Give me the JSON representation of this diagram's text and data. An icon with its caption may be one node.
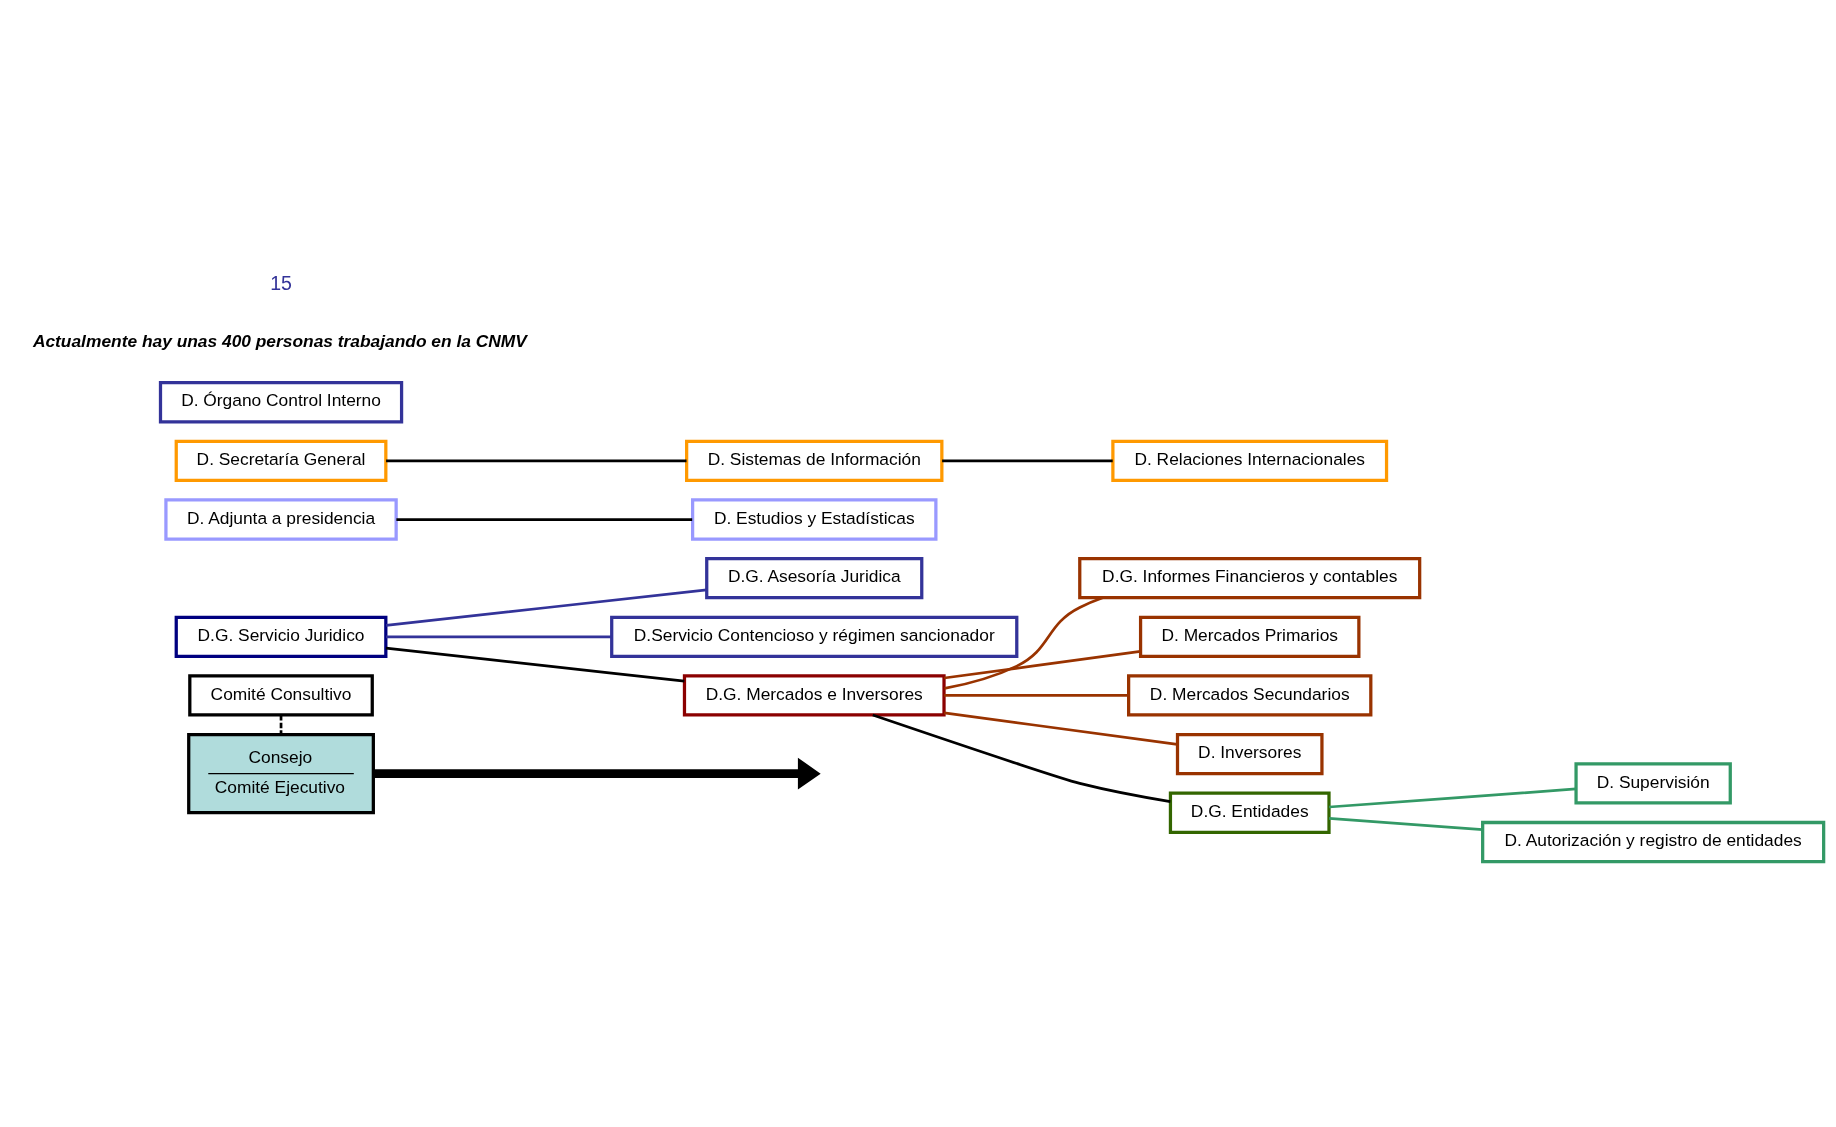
{
  "diagram": {
    "nodes": [
      {
        "text": [
          "Comité Consultivo"
        ]
      },
      {
        "text": [
          "Consejo",
          "Comité Ejecutivo"
        ]
      },
      {
        "text": [
          "D.G. Servicio Juridico"
        ]
      },
      {
        "text": [
          "D.G. Asesoría Juridica"
        ]
      },
      {
        "text": [
          "D.Servicio Contencioso y régimen sancionador"
        ]
      },
      {
        "text": [
          "D.G. Mercados e Inversores"
        ]
      },
      {
        "text": [
          "D.G. Informes Financieros y contables"
        ]
      },
      {
        "text": [
          "D. Mercados Primarios"
        ]
      },
      {
        "text": [
          "D. Mercados Secundarios"
        ]
      },
      {
        "text": [
          "D. Inversores"
        ]
      },
      {
        "text": [
          "D.G. Entidades"
        ]
      },
      {
        "text": [
          "D. Supervisión"
        ]
      },
      {
        "text": [
          "D. Autorización y registro de entidades"
        ]
      },
      {
        "text": [
          "D. Adjunta a presidencia"
        ]
      },
      {
        "text": [
          "D. Estudios y Estadísticas"
        ]
      },
      {
        "text": [
          "D. Secretaría General"
        ]
      },
      {
        "text": [
          "D. Sistemas de Información"
        ]
      },
      {
        "text": [
          "D. Relaciones Internacionales"
        ]
      },
      {
        "text": [
          "D. Órgano Control Interno"
        ]
      }
    ],
    "edges": [
      {
        "from": 0,
        "to": 1,
        "arrow": "none",
        "style": "dashed"
      },
      {
        "from": 1,
        "to": null,
        "arrow": "to",
        "style": "thick"
      },
      {
        "from": 2,
        "to": 5,
        "arrow": "none"
      },
      {
        "from": 5,
        "to": 10,
        "arrow": "none"
      },
      {
        "from": 2,
        "to": 3,
        "arrow": "none",
        "color": "#333399"
      },
      {
        "from": 2,
        "to": 4,
        "arrow": "none",
        "color": "#333399"
      },
      {
        "from": 5,
        "to": 6,
        "arrow": "none",
        "color": "#993300"
      },
      {
        "from": 5,
        "to": 7,
        "arrow": "none",
        "color": "#993300"
      },
      {
        "from": 5,
        "to": 8,
        "arrow": "none",
        "color": "#993300"
      },
      {
        "from": 5,
        "to": 9,
        "arrow": "none",
        "color": "#993300"
      },
      {
        "from": 10,
        "to": 11,
        "arrow": "none",
        "color": "#339966"
      },
      {
        "from": 10,
        "to": 12,
        "arrow": "none",
        "color": "#339966"
      },
      {
        "from": 13,
        "to": 14,
        "arrow": "none"
      },
      {
        "from": 15,
        "to": 16,
        "arrow": "none"
      },
      {
        "from": 16,
        "to": 17,
        "arrow": "none"
      }
    ],
    "labels": [
      "Actualmente hay unas 400 personas trabajando en la CNMV",
      "15"
    ]
  }
}
